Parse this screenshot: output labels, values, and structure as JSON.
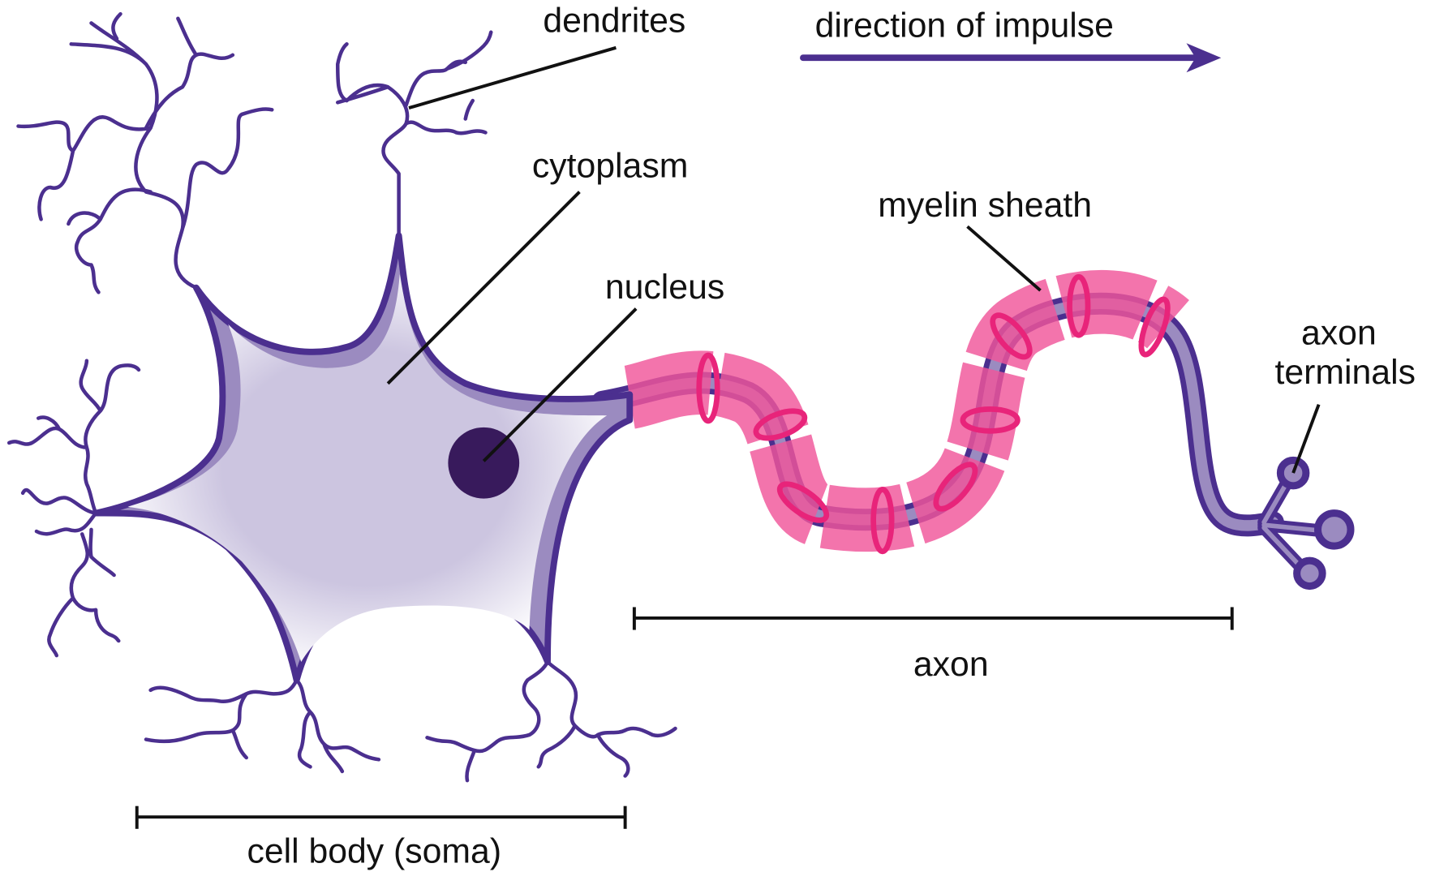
{
  "labels": {
    "dendrites": "dendrites",
    "direction": "direction of impulse",
    "cytoplasm": "cytoplasm",
    "nucleus": "nucleus",
    "myelin": "myelin sheath",
    "axon_terminals_1": "axon",
    "axon_terminals_2": "terminals",
    "axon": "axon",
    "cell_body": "cell body (soma)"
  },
  "colors": {
    "membrane": "#4b2f8f",
    "membrane_light": "#9b8bc0",
    "cytoplasm": "#ccc5e0",
    "nucleus": "#381a5c",
    "myelin": "#f0559a",
    "myelin_ring": "#e8247a"
  }
}
